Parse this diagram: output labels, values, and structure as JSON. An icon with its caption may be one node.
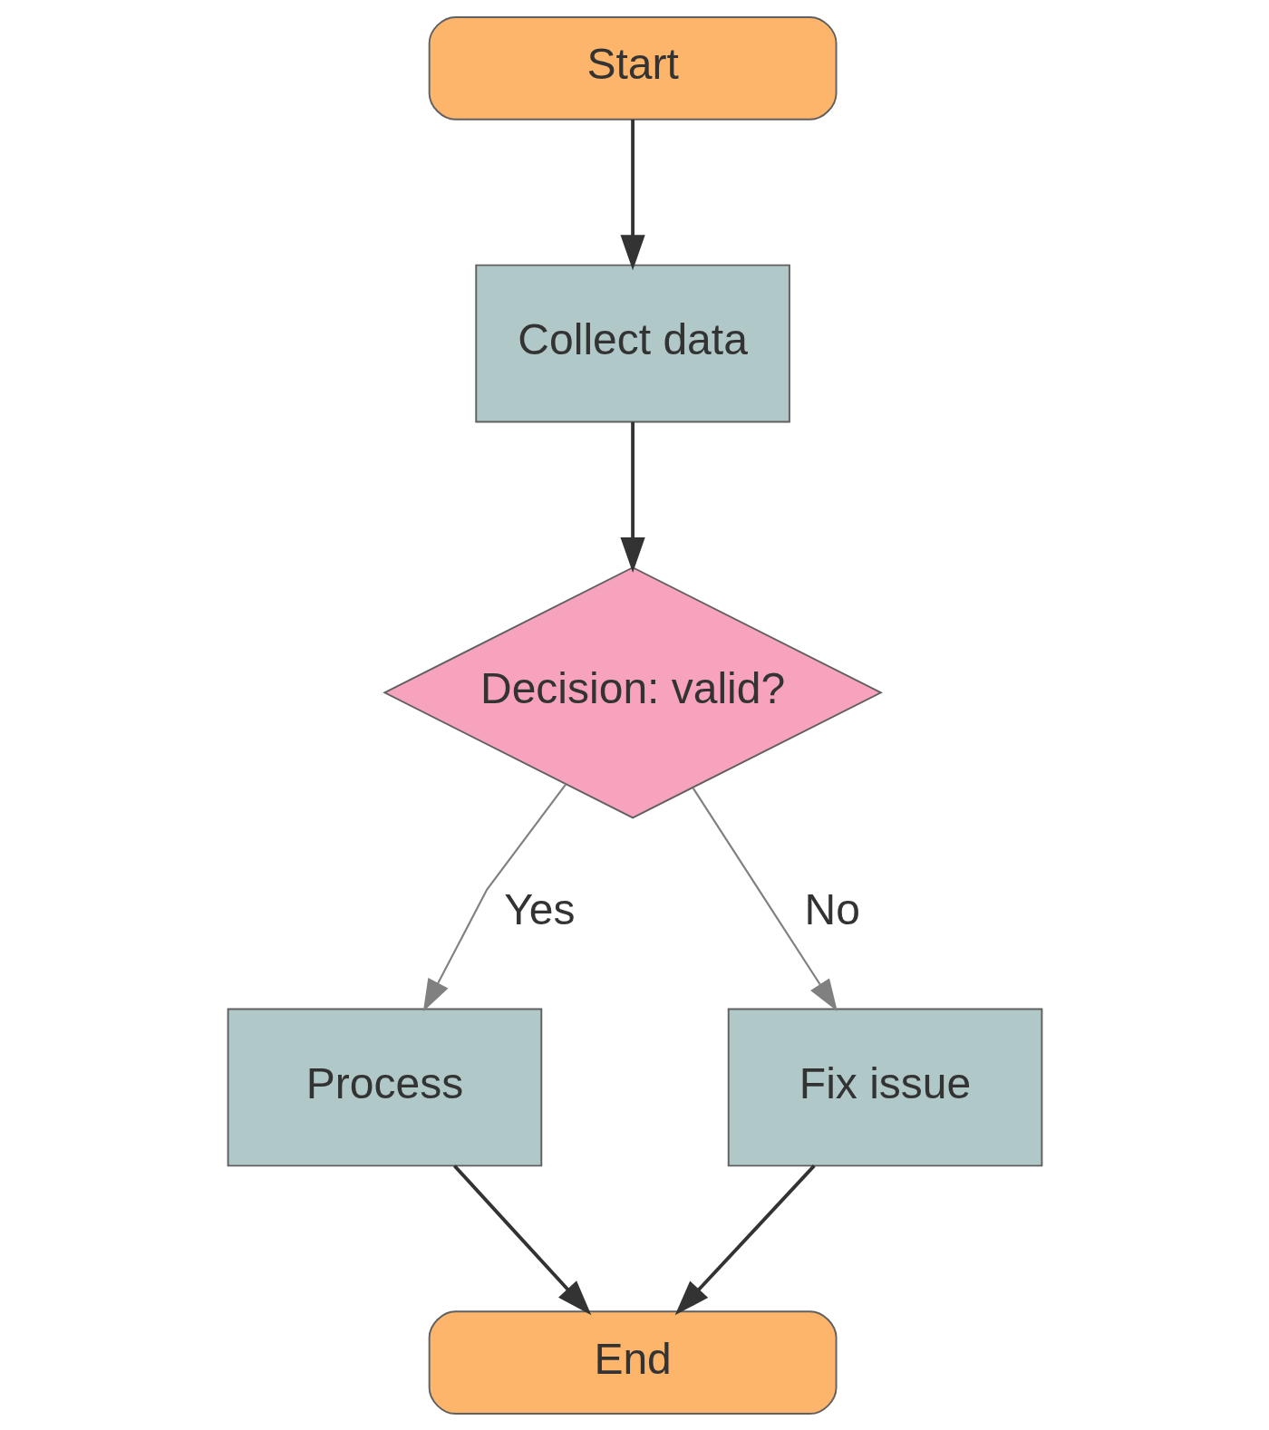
{
  "diagram": {
    "nodes": [
      {
        "text": [
          "Start"
        ]
      },
      {
        "text": [
          "Collect data"
        ]
      },
      {
        "text": [
          "Decision: valid?"
        ]
      },
      {
        "text": [
          "Process"
        ]
      },
      {
        "text": [
          "Fix issue"
        ]
      },
      {
        "text": [
          "End"
        ]
      }
    ],
    "edges": [
      {
        "from": 0,
        "to": 1,
        "arrow": "to"
      },
      {
        "from": 1,
        "to": 2,
        "arrow": "to"
      },
      {
        "from": 2,
        "to": 3,
        "arrow": "to",
        "label": "Yes",
        "color": "#808080"
      },
      {
        "from": 2,
        "to": 4,
        "arrow": "to",
        "label": "No",
        "color": "#808080"
      },
      {
        "from": 3,
        "to": 5,
        "arrow": "to"
      },
      {
        "from": 4,
        "to": 5,
        "arrow": "to"
      }
    ]
  }
}
